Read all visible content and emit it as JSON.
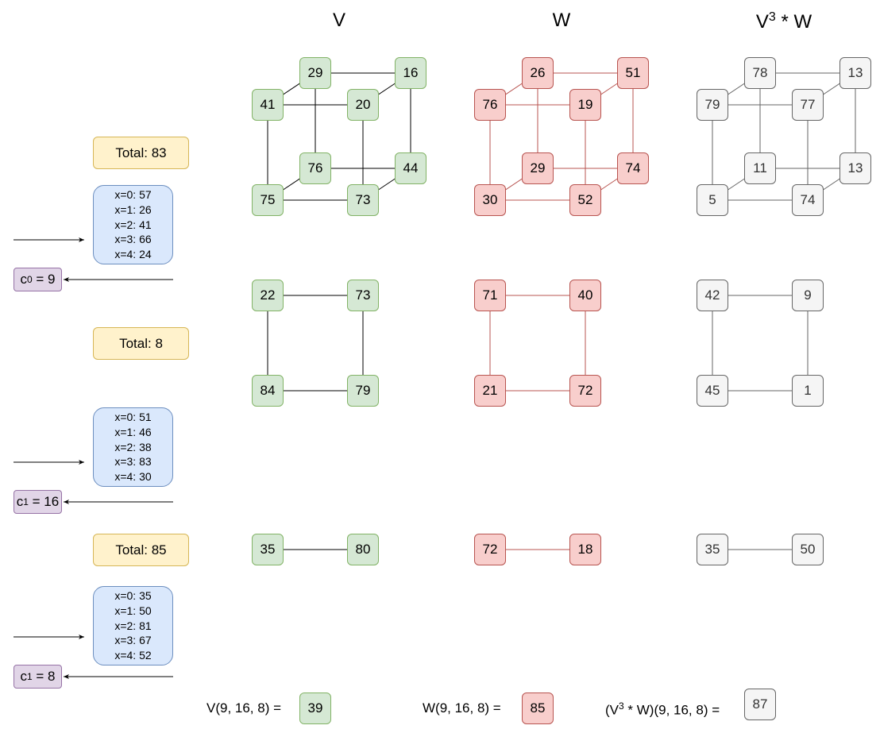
{
  "titles": {
    "v": "V",
    "w": "W",
    "vw_base": "V",
    "vw_exp": "3",
    "vw_rest": " * W"
  },
  "colors": {
    "v_fill": "#d5e8d4",
    "v_stroke": "#82b366",
    "w_fill": "#f8cecc",
    "w_stroke": "#b85450",
    "vw_fill": "#f5f5f5",
    "vw_stroke": "#666666",
    "total_fill": "#fff2cc",
    "x_fill": "#dae8fc",
    "c_fill": "#e1d5e7"
  },
  "left_panel": {
    "totals": [
      "Total: 83",
      "Total: 8",
      "Total: 85"
    ],
    "x_lists": [
      [
        "x=0: 57",
        "x=1: 26",
        "x=2: 41",
        "x=3: 66",
        "x=4: 24"
      ],
      [
        "x=0: 51",
        "x=1: 46",
        "x=2: 38",
        "x=3: 83",
        "x=4: 30"
      ],
      [
        "x=0: 35",
        "x=1: 50",
        "x=2: 81",
        "x=3: 67",
        "x=4: 52"
      ]
    ],
    "c_values": [
      {
        "name": "c",
        "sub": "0",
        "value": " = 9"
      },
      {
        "name": "c",
        "sub": "1",
        "value": " = 16"
      },
      {
        "name": "c",
        "sub": "1",
        "value": " = 8"
      }
    ]
  },
  "cubes": {
    "v": {
      "back_tl": "29",
      "back_tr": "16",
      "front_tl": "41",
      "front_tr": "20",
      "back_bl": "76",
      "back_br": "44",
      "front_bl": "75",
      "front_br": "73"
    },
    "w": {
      "back_tl": "26",
      "back_tr": "51",
      "front_tl": "76",
      "front_tr": "19",
      "back_bl": "29",
      "back_br": "74",
      "front_bl": "30",
      "front_br": "52"
    },
    "vw": {
      "back_tl": "78",
      "back_tr": "13",
      "front_tl": "79",
      "front_tr": "77",
      "back_bl": "11",
      "back_br": "13",
      "front_bl": "5",
      "front_br": "74"
    }
  },
  "squares": {
    "v": {
      "tl": "22",
      "tr": "73",
      "bl": "84",
      "br": "79"
    },
    "w": {
      "tl": "71",
      "tr": "40",
      "bl": "21",
      "br": "72"
    },
    "vw": {
      "tl": "42",
      "tr": "9",
      "bl": "45",
      "br": "1"
    }
  },
  "lines": {
    "v": {
      "l": "35",
      "r": "80"
    },
    "w": {
      "l": "72",
      "r": "18"
    },
    "vw": {
      "l": "35",
      "r": "50"
    }
  },
  "results": {
    "v_label": "V(9, 16, 8) =",
    "v_value": "39",
    "w_label": "W(9, 16, 8) =",
    "w_value": "85",
    "vw_label_pre": "(V",
    "vw_label_exp": "3",
    "vw_label_post": " * W)(9, 16, 8) =",
    "vw_value": "87"
  }
}
